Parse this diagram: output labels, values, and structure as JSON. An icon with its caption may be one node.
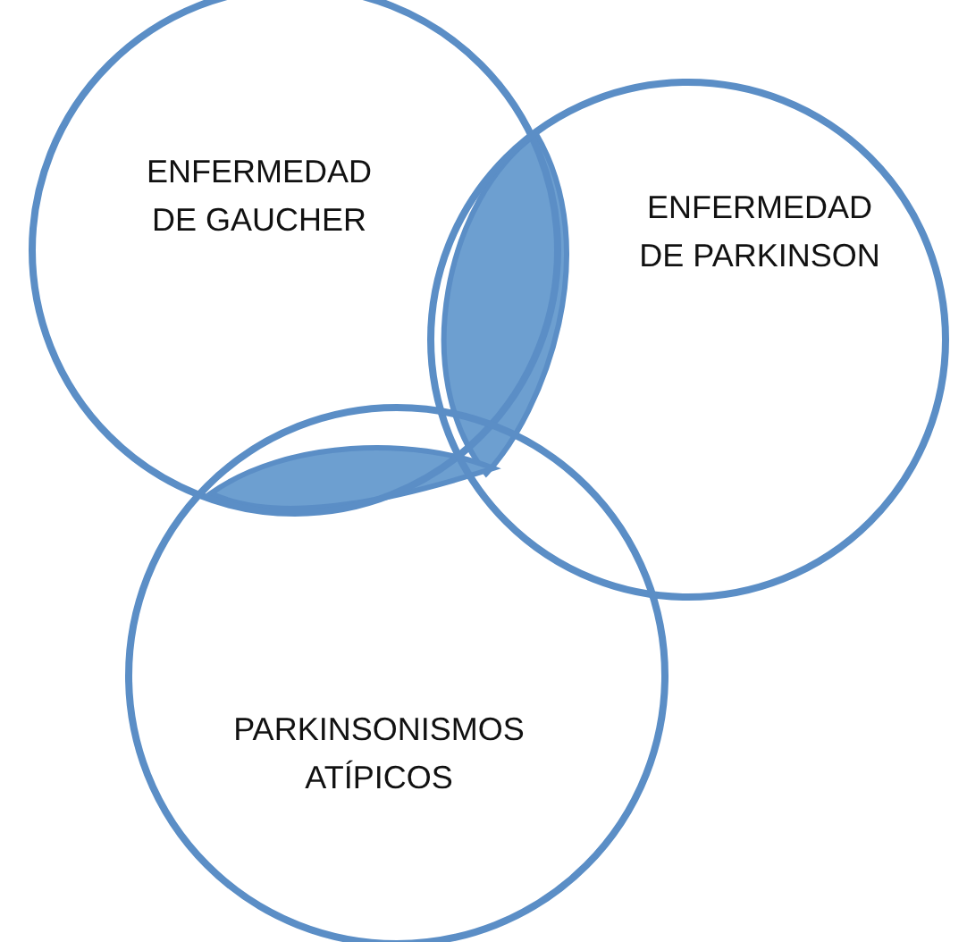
{
  "diagram": {
    "nodes": [
      {
        "text": [
          "ENFERMEDAD DE GAUCHER"
        ]
      },
      {
        "text": [
          "ENFERMEDAD DE PARKINSON"
        ]
      },
      {
        "text": [
          "PARKINSONISMOS ATÍPICOS"
        ]
      }
    ]
  }
}
